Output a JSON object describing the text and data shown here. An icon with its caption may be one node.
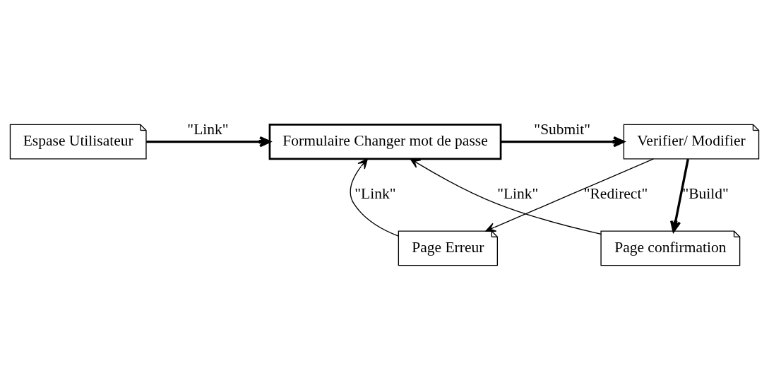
{
  "diagram": {
    "nodes": [
      {
        "text": [
          "Espase Utilisateur"
        ]
      },
      {
        "text": [
          "Formulaire Changer mot de passe"
        ]
      },
      {
        "text": [
          "Verifier/ Modifier"
        ]
      },
      {
        "text": [
          "Page Erreur"
        ]
      },
      {
        "text": [
          "Page confirmation"
        ]
      }
    ],
    "edges": [
      {
        "from": 0,
        "to": 1,
        "arrow": "to",
        "label": "\"Link\"",
        "style": "thick"
      },
      {
        "from": 1,
        "to": 2,
        "arrow": "to",
        "label": "\"Submit\"",
        "style": "thick"
      },
      {
        "from": 2,
        "to": 3,
        "arrow": "to",
        "label": "\"Redirect\""
      },
      {
        "from": 3,
        "to": 1,
        "arrow": "to",
        "label": "\"Link\""
      },
      {
        "from": 2,
        "to": 4,
        "arrow": "to",
        "label": "\"Build\"",
        "style": "thick"
      },
      {
        "from": 4,
        "to": 1,
        "arrow": "to",
        "label": "\"Link\""
      }
    ]
  }
}
